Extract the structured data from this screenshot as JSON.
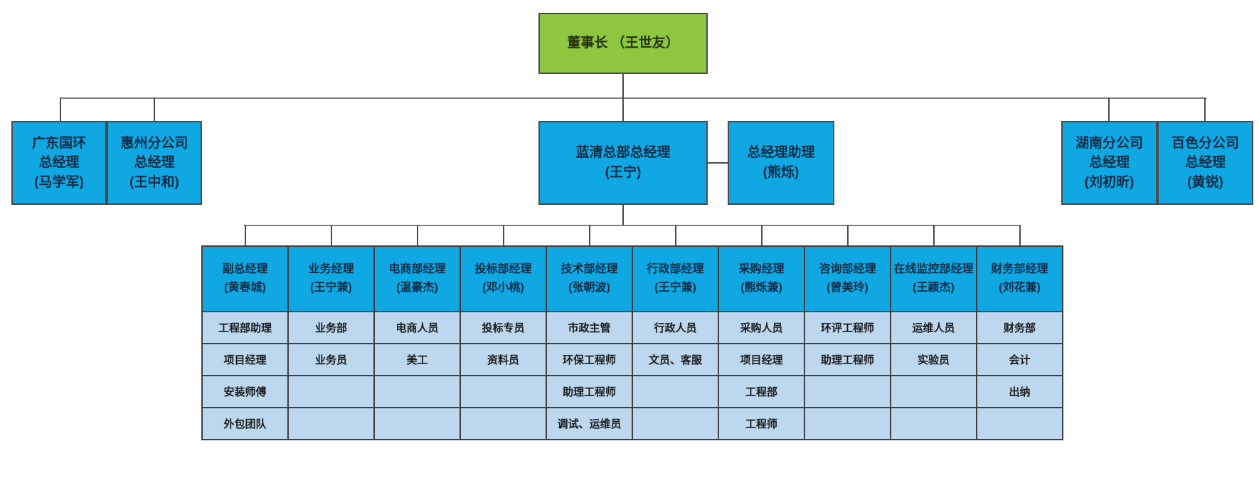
{
  "colors": {
    "chairman_fill": "#8DC63F",
    "node_fill": "#10A8E3",
    "staff_cell_fill": "#BCD7EE",
    "connector_line": "#7F7F7F",
    "border": "#4A4A4A"
  },
  "org": {
    "chairman": {
      "label": "董事长 （王世友）"
    },
    "level2": [
      {
        "lines": [
          "广东国环",
          "总经理",
          "(马学军)"
        ]
      },
      {
        "lines": [
          "惠州分公司",
          "总经理",
          "(王中和)"
        ]
      },
      {
        "lines": [
          "蓝清总部总经理",
          "(王宁)"
        ]
      },
      {
        "lines": [
          "总经理助理",
          "(熊烁)"
        ]
      },
      {
        "lines": [
          "湖南分公司",
          "总经理",
          "(刘初昕)"
        ]
      },
      {
        "lines": [
          "百色分公司",
          "总经理",
          "(黄锐)"
        ]
      }
    ]
  },
  "table": {
    "headers": [
      {
        "dept": "副总经理",
        "name": "(黄春城)"
      },
      {
        "dept": "业务经理",
        "name": "(王宁兼)"
      },
      {
        "dept": "电商部经理",
        "name": "(温豪杰)"
      },
      {
        "dept": "投标部经理",
        "name": "(邓小桃)"
      },
      {
        "dept": "技术部经理",
        "name": "(张朝波)"
      },
      {
        "dept": "行政部经理",
        "name": "(王宁兼)"
      },
      {
        "dept": "采购经理",
        "name": "(熊烁兼)"
      },
      {
        "dept": "咨询部经理",
        "name": "(曾美玲)"
      },
      {
        "dept": "在线监控部经理",
        "name": "(王颖杰)"
      },
      {
        "dept": "财务部经理",
        "name": "(刘花兼)"
      }
    ],
    "rows": [
      [
        "工程部助理",
        "业务部",
        "电商人员",
        "投标专员",
        "市政主管",
        "行政人员",
        "采购人员",
        "环评工程师",
        "运维人员",
        "财务部"
      ],
      [
        "项目经理",
        "业务员",
        "美工",
        "资料员",
        "环保工程师",
        "文员、客服",
        "项目经理",
        "助理工程师",
        "实验员",
        "会计"
      ],
      [
        "安装师傅",
        "",
        "",
        "",
        "助理工程师",
        "",
        "工程部",
        "",
        "",
        "出纳"
      ],
      [
        "外包团队",
        "",
        "",
        "",
        "调试、运维员",
        "",
        "工程师",
        "",
        "",
        ""
      ]
    ]
  }
}
